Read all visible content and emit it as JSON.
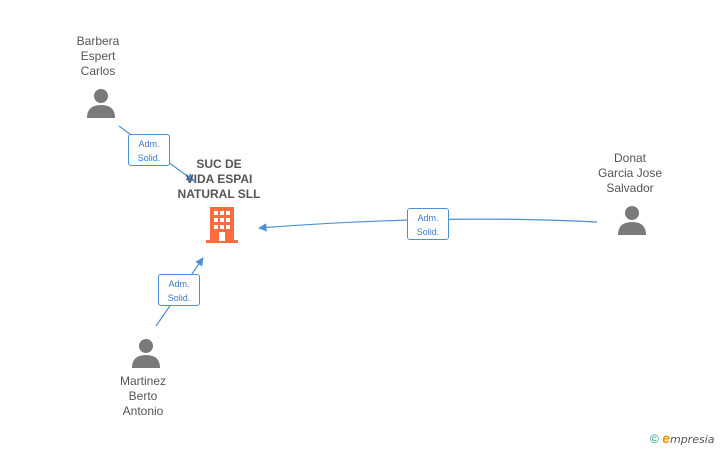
{
  "company": {
    "name_lines": [
      "SUC DE",
      "VIDA ESPAI",
      "NATURAL SLL"
    ],
    "icon": "building-icon",
    "color": "#ff6b3d"
  },
  "people": [
    {
      "id": "barbera",
      "name_lines": [
        "Barbera",
        "Espert",
        "Carlos"
      ],
      "icon": "person-icon"
    },
    {
      "id": "donat",
      "name_lines": [
        "Donat",
        "Garcia Jose",
        "Salvador"
      ],
      "icon": "person-icon"
    },
    {
      "id": "martinez",
      "name_lines": [
        "Martinez",
        "Berto",
        "Antonio"
      ],
      "icon": "person-icon"
    }
  ],
  "relations": [
    {
      "from": "barbera",
      "role_lines": [
        "Adm.",
        "Solid."
      ]
    },
    {
      "from": "donat",
      "role_lines": [
        "Adm.",
        "Solid."
      ]
    },
    {
      "from": "martinez",
      "role_lines": [
        "Adm.",
        "Solid."
      ]
    }
  ],
  "colors": {
    "edge": "#4a90d9",
    "person": "#7a7a7a",
    "text": "#555555"
  },
  "footer": {
    "copyright": "©",
    "brand_e": "e",
    "brand_rest": "mpresia"
  }
}
